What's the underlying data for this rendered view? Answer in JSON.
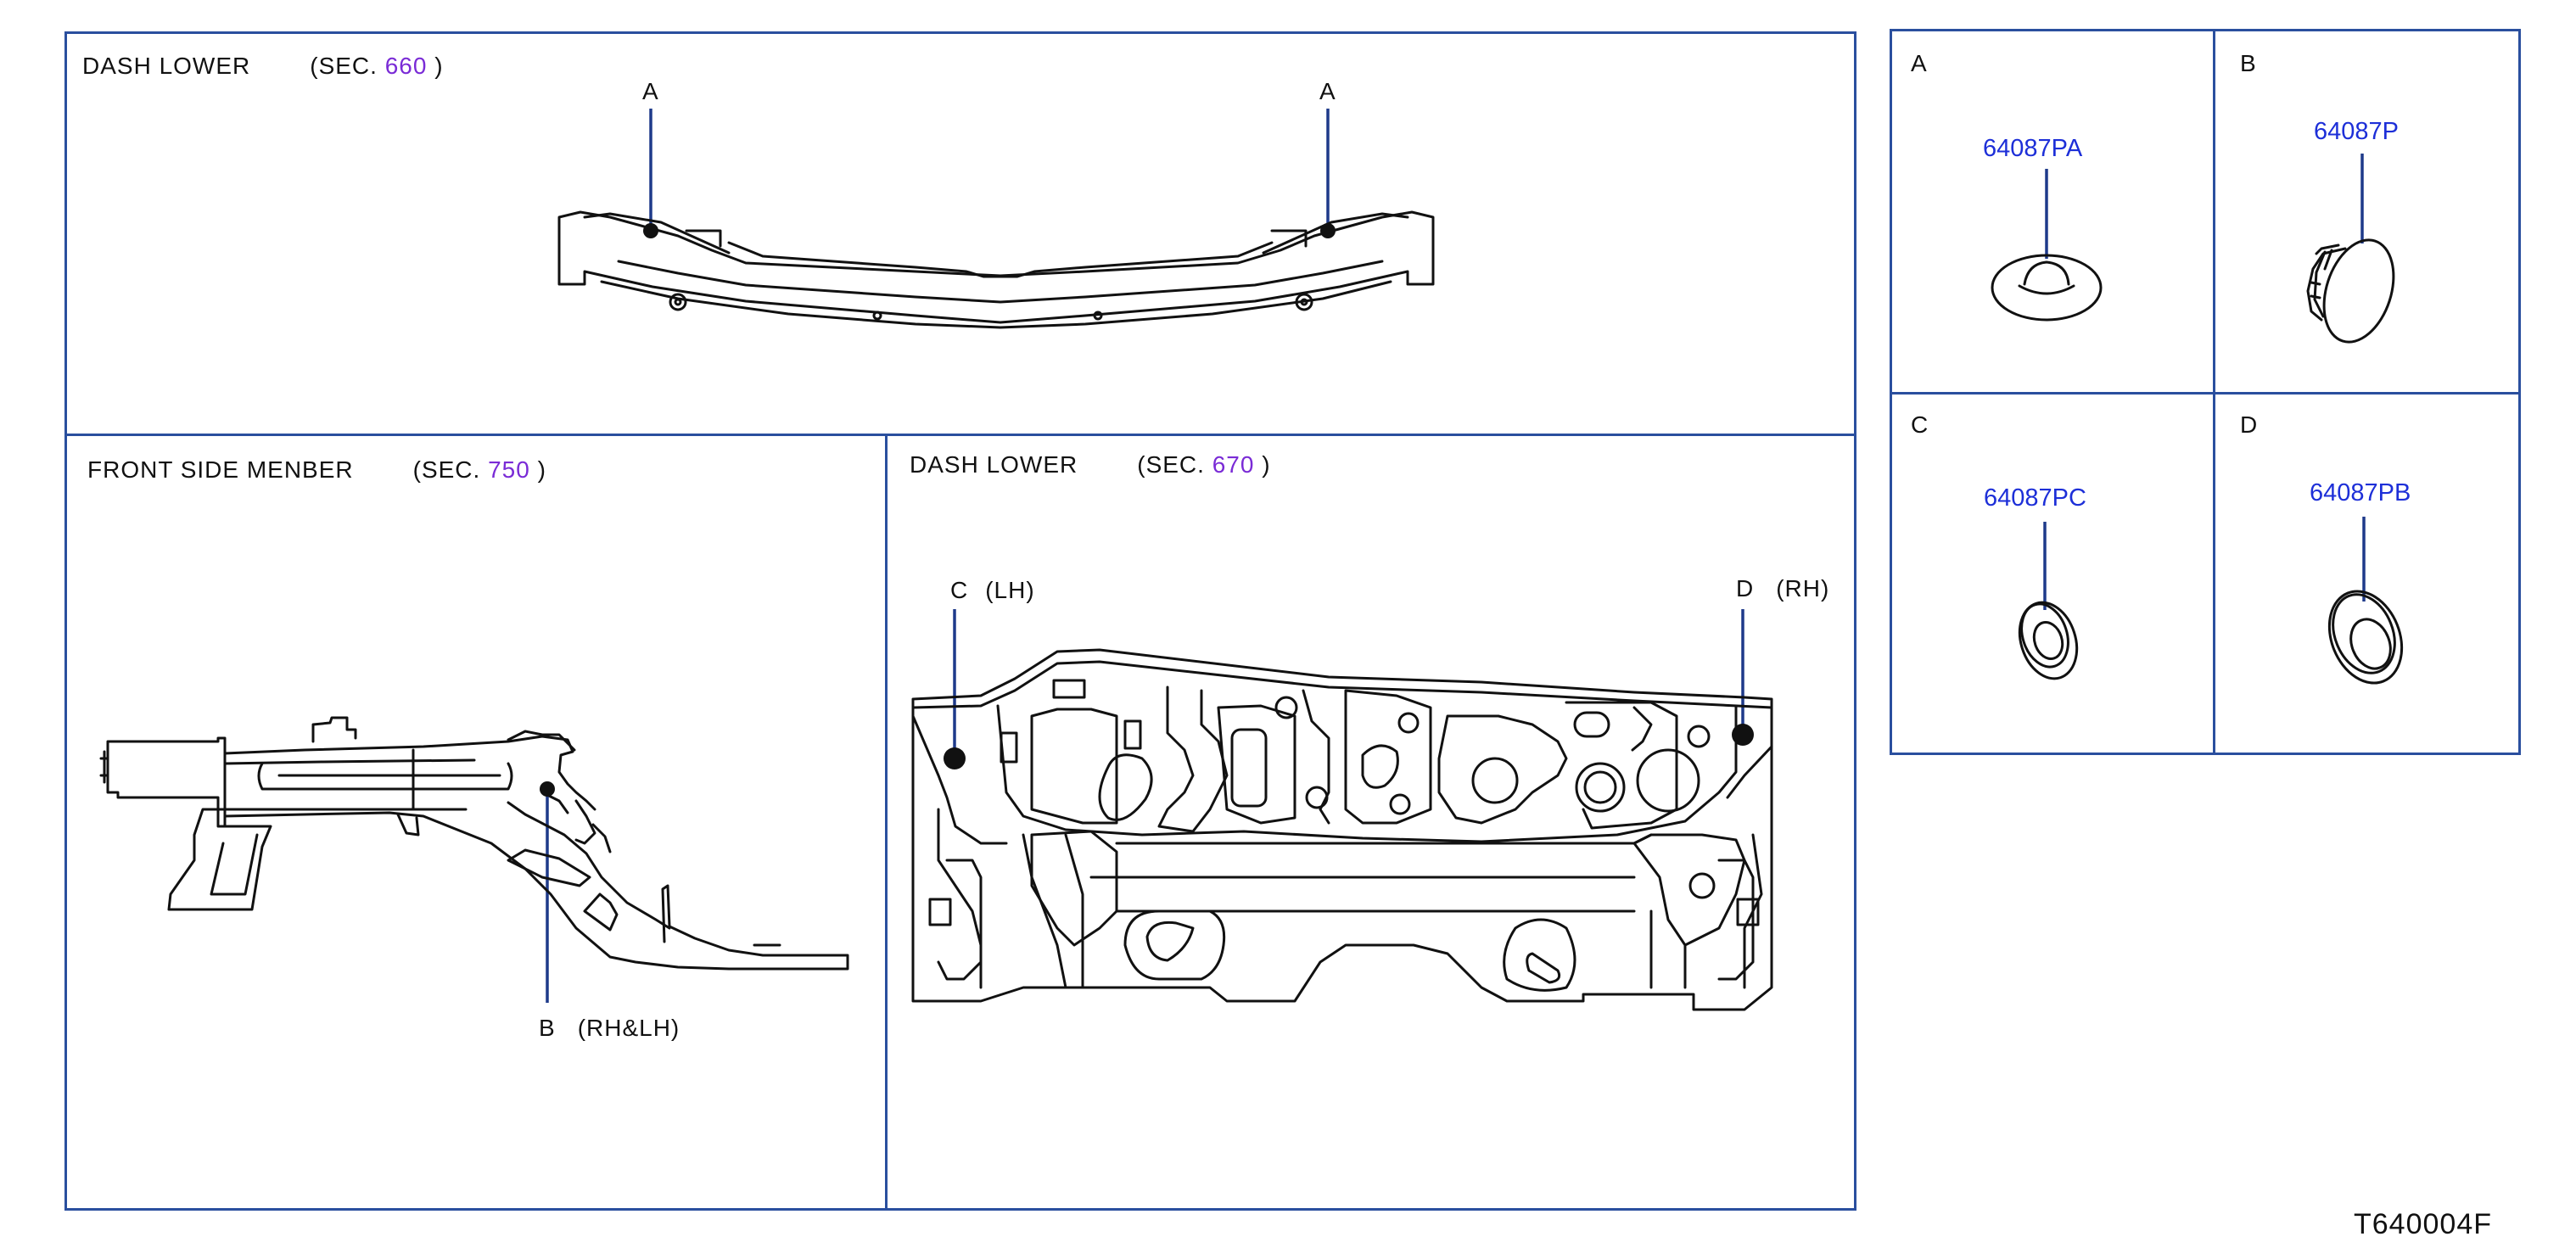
{
  "panels": {
    "top": {
      "title": "DASH   LOWER",
      "sec_prefix": "(SEC.",
      "sec_number": "660",
      "sec_suffix": ")",
      "callouts": [
        "A",
        "A"
      ]
    },
    "left": {
      "title": "FRONT   SIDE   MENBER",
      "sec_prefix": "(SEC.",
      "sec_number": "750",
      "sec_suffix": ")",
      "callout_letter": "B",
      "callout_side": "(RH&LH)"
    },
    "mid": {
      "title": "DASH   LOWER",
      "sec_prefix": "(SEC.",
      "sec_number": "670",
      "sec_suffix": ")",
      "callout_c_letter": "C",
      "callout_c_side": "(LH)",
      "callout_d_letter": "D",
      "callout_d_side": "(RH)"
    }
  },
  "parts": [
    {
      "letter": "A",
      "part_number": "64087PA"
    },
    {
      "letter": "B",
      "part_number": "64087P"
    },
    {
      "letter": "C",
      "part_number": "64087PC"
    },
    {
      "letter": "D",
      "part_number": "64087PB"
    }
  ],
  "diagram_code": "T640004F",
  "colors": {
    "frame": "#2a4f9e",
    "section_number": "#7a2bd6",
    "part_number": "#1d2fd8",
    "leader": "#1e3a8a"
  }
}
